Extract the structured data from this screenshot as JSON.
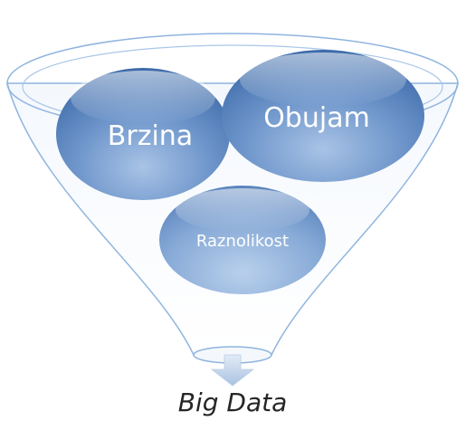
{
  "diagram": {
    "inputs": [
      {
        "label": "Brzina"
      },
      {
        "label": "Obujam"
      },
      {
        "label": "Raznolikost"
      }
    ],
    "output": {
      "label": "Big Data"
    },
    "colors": {
      "funnel_stroke": "#8fb4df",
      "bubble_dark": "#3f6fae",
      "bubble_light": "#8eb2dd",
      "arrow": "#c9d9ec",
      "output_text": "#262626"
    }
  }
}
